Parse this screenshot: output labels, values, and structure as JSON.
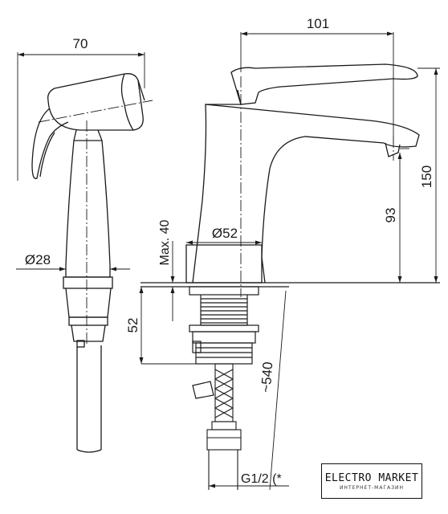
{
  "dimensions": {
    "sprayer_width": "70",
    "faucet_reach": "101",
    "faucet_height": "150",
    "spout_height": "93",
    "base_diameter": "Ø52",
    "handle_diameter": "Ø28",
    "max_deck_thickness": "Max. 40",
    "shank_length": "52",
    "hose_length": "~540",
    "connection_thread": "G1/2 (*"
  },
  "watermark": {
    "title": "ELECTRO MARKET",
    "subtitle": "ИНТЕРНЕТ-МАГАЗИН"
  },
  "colors": {
    "line": "#1a1a1a",
    "background": "#ffffff"
  }
}
